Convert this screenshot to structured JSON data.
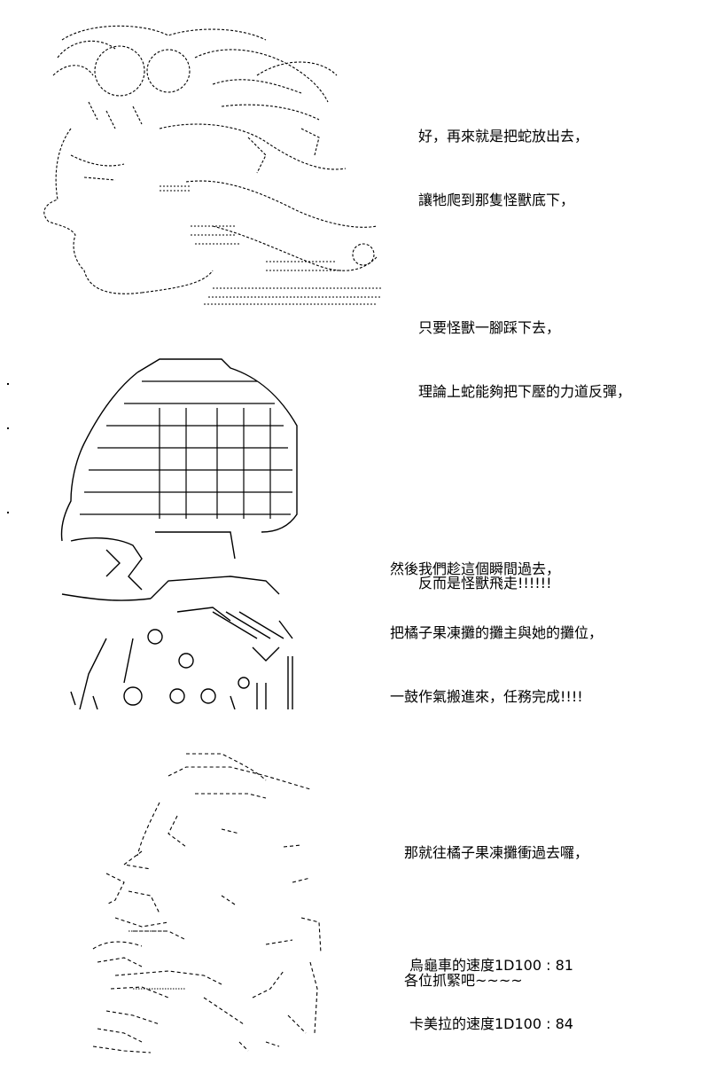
{
  "panel1": {
    "caption": {
      "line1": "好，再來就是把蛇放出去，",
      "line2": "讓牠爬到那隻怪獸底下，",
      "line3": "只要怪獸一腳踩下去，",
      "line4": "理論上蛇能夠把下壓的力道反彈，",
      "line5": "反而是怪獸飛走!!!!!!"
    }
  },
  "panel2": {
    "caption": {
      "line1": "然後我們趁這個瞬間過去，",
      "line2": "把橘子果凍攤的攤主與她的攤位，",
      "line3": "一鼓作氣搬進來，任務完成!!!!"
    }
  },
  "panel3": {
    "caption": {
      "line1": "那就往橘子果凍攤衝過去囉，",
      "line2": "各位抓緊吧~~~~"
    },
    "dice": {
      "line1": "烏龜車的速度1D100 : 81",
      "line2": "卡美拉的速度1D100 : 84"
    }
  }
}
